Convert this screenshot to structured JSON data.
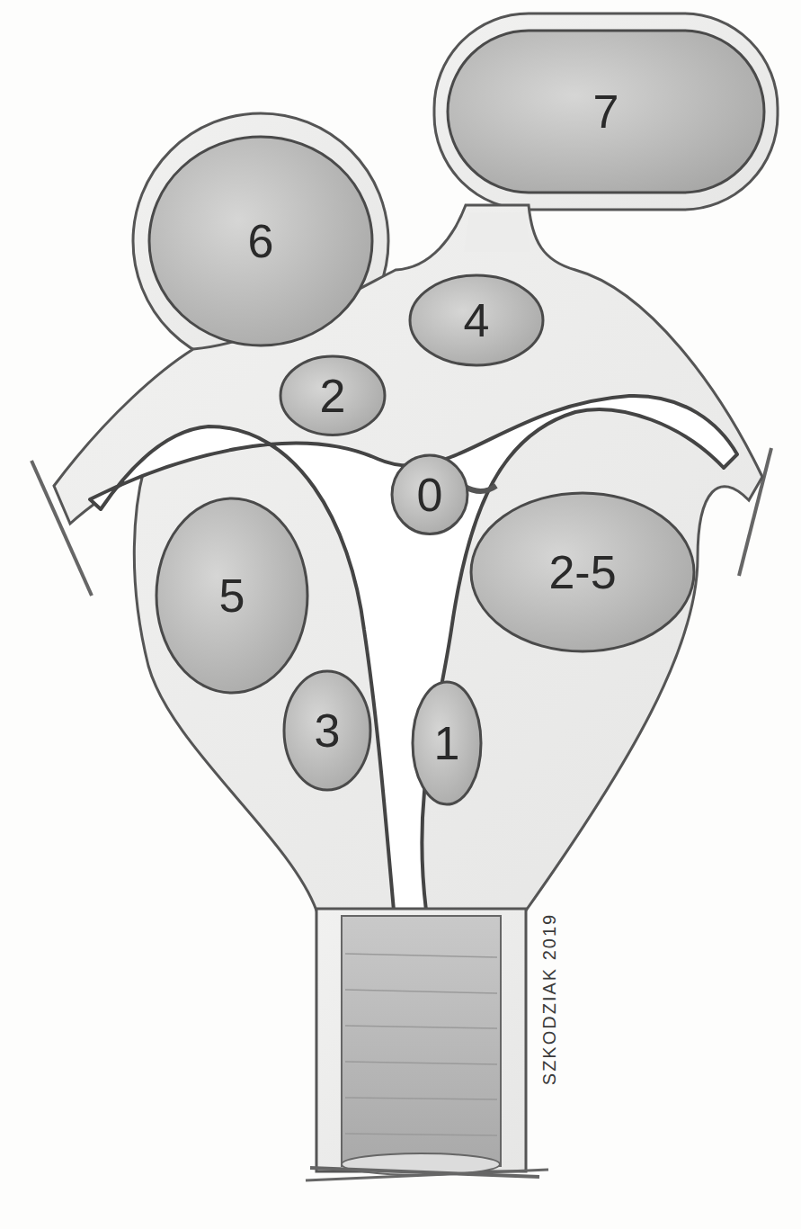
{
  "diagram": {
    "nodes": [
      {
        "text": [
          "7"
        ]
      },
      {
        "text": [
          "6"
        ]
      },
      {
        "text": [
          "4"
        ]
      },
      {
        "text": [
          "2"
        ]
      },
      {
        "text": [
          "0"
        ]
      },
      {
        "text": [
          "5"
        ]
      },
      {
        "text": [
          "2-5"
        ]
      },
      {
        "text": [
          "3"
        ]
      },
      {
        "text": [
          "1"
        ]
      }
    ],
    "labels": [
      "SZKODZIAK 2019"
    ]
  }
}
